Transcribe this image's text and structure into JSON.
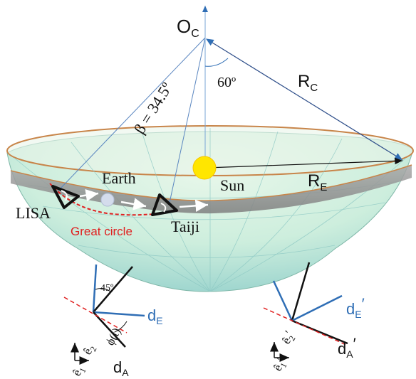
{
  "labels": {
    "center": "O",
    "center_sub": "C",
    "angle_60": "60º",
    "beta": "β = 34.5º",
    "radius_c": "R",
    "radius_c_sub": "C",
    "radius_e": "R",
    "radius_e_sub": "E",
    "earth": "Earth",
    "sun": "Sun",
    "lisa": "LISA",
    "taiji": "Taiji",
    "great_circle": "Great circle"
  },
  "left_frame": {
    "angle": "45º",
    "d_e": "d",
    "d_e_sub": "E",
    "d_a": "d",
    "d_a_sub": "A",
    "phi": "ϕ(t)",
    "e2": "ê",
    "e2_sub": "2",
    "e1": "ê",
    "e1_sub": "1"
  },
  "right_frame": {
    "d_e": "d",
    "d_e_sub": "E",
    "d_e_prime": "′",
    "d_a": "d",
    "d_a_sub": "A",
    "d_a_prime": "′",
    "e2": "ê",
    "e2_sub": "2",
    "e2_prime": "′",
    "e1": "ê",
    "e1_sub": "1",
    "e1_prime": "′"
  },
  "colors": {
    "bowl_fill": "#cdeedd",
    "bowl_rim": "#c8854a",
    "band": "#8e8e8e",
    "sun": "#ffe600",
    "earth": "#d4dcec",
    "blue_line": "#2f6eb5",
    "red": "#e02020",
    "black": "#111111"
  }
}
